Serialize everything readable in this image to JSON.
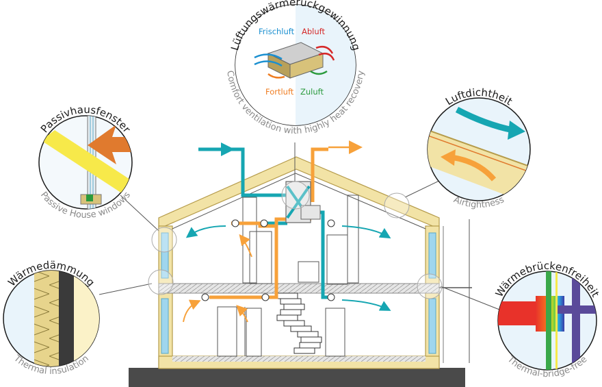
{
  "colors": {
    "fresh_air": "#1a8fd0",
    "exhaust": "#d62a2a",
    "outgoing": "#ef7d22",
    "supply": "#2a9a3c",
    "teal_duct": "#16a6b2",
    "orange_duct": "#f7a13a",
    "wall": "#f2e3a6",
    "wall_edge": "#b59b4a",
    "window": "#9fd6ee",
    "ground": "#4a4a4a"
  },
  "top_circle": {
    "title": "Lüftungswärmerückgewinnung",
    "subtitle": "Comfort ventilation with highly heat recovery",
    "labels": {
      "fresh": "Frischluft",
      "exhaust": "Abluft",
      "outgoing": "Fortluft",
      "supply": "Zuluft"
    },
    "icon": "heat-exchanger-icon"
  },
  "windows_circle": {
    "title": "Passivhausfenster",
    "subtitle": "Passive House windows",
    "icon": "window-section-icon"
  },
  "airtight_circle": {
    "title": "Luftdichtheit",
    "subtitle": "Airtightness",
    "icon": "airtight-layer-icon"
  },
  "insulation_circle": {
    "title": "Wärmedämmung",
    "subtitle": "Thermal insulation",
    "icon": "insulation-layer-icon"
  },
  "thermal_bridge_circle": {
    "title": "Wärmebrückenfreiheit",
    "subtitle": "Thermal-bridge-free",
    "icon": "thermal-gradient-icon"
  }
}
